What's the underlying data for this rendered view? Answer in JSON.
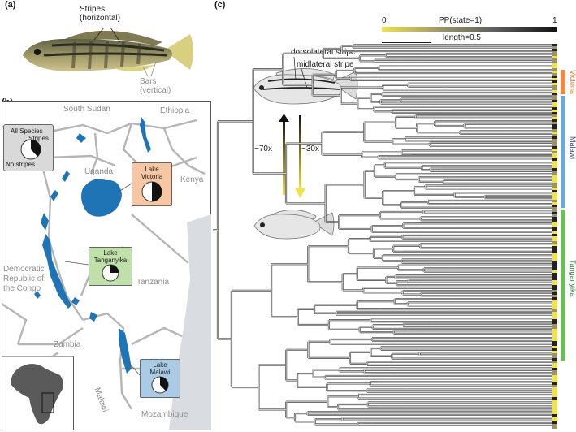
{
  "panel_a": {
    "label": "(a)",
    "stripes_label_line1": "Stripes",
    "stripes_label_line2": "(horizontal)",
    "bars_label_line1": "Bars",
    "bars_label_line2": "(vertical)"
  },
  "panel_b": {
    "label": "(b)",
    "countries": [
      "South Sudan",
      "Ethiopia",
      "Uganda",
      "Kenya",
      "Tanzania",
      "Zambia",
      "Malawi",
      "Mozambique"
    ],
    "drc_lines": [
      "Democratic",
      "Republic of",
      "the Congo"
    ],
    "legend": {
      "title_line1": "All Species",
      "stripes": "Stripes",
      "no_stripes": "No stripes"
    },
    "lakes": [
      {
        "line1": "Lake",
        "line2": "Victoria",
        "color": "#f7c7a3",
        "stripes_fraction": 0.5
      },
      {
        "line1": "Lake",
        "line2": "Tanganyika",
        "color": "#bfe0a8",
        "stripes_fraction": 0.25
      },
      {
        "line1": "Lake",
        "line2": "Malawi",
        "color": "#a9cbe6",
        "stripes_fraction": 0.38
      }
    ],
    "all_species_stripes_fraction": 0.38,
    "lake_color": "#1f74b5"
  },
  "panel_c": {
    "label": "(c)",
    "colorbar": {
      "min": "0",
      "max": "1",
      "title": "PP(state=1)"
    },
    "scale_label": "length=0.5",
    "stripe_labels": {
      "dorsolateral": "dorsolateral stripe",
      "midlateral": "midlateral stripe"
    },
    "rates": {
      "loss": "~70x",
      "gain": "~30x"
    },
    "clades": [
      {
        "name": "Victoria",
        "color": "#f08a45",
        "text_color": "#e8772e"
      },
      {
        "name": "Malawi",
        "color": "#6ea9d6",
        "text_color": "#2c3f8f"
      },
      {
        "name": "Tanganyika",
        "color": "#6dbb5a",
        "text_color": "#2f8a3a"
      }
    ]
  }
}
